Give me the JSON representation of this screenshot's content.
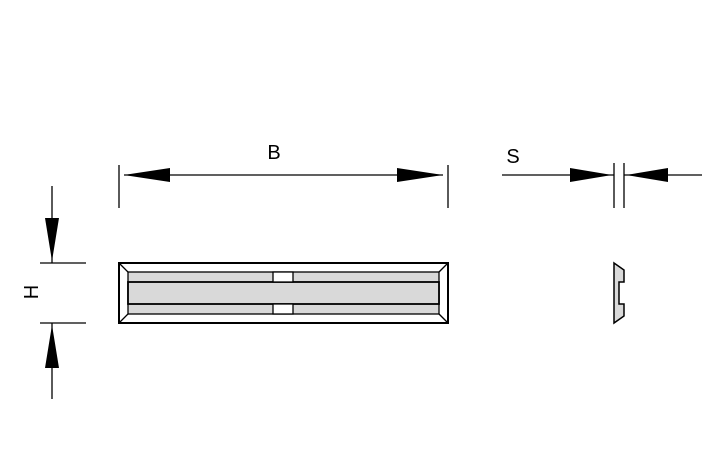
{
  "dimensions": {
    "width_label": "B",
    "thickness_label": "S",
    "height_label": "H"
  },
  "colors": {
    "line": "#000000",
    "face_fill": "#d9d9d9",
    "background": "#ffffff"
  }
}
